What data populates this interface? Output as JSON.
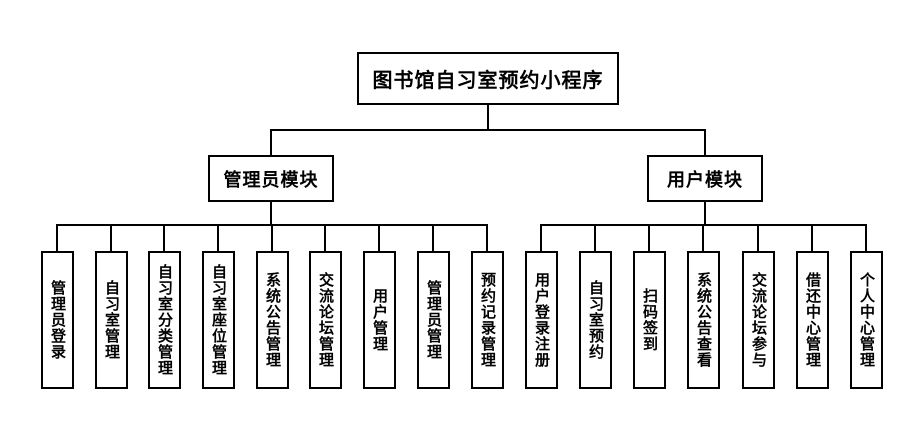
{
  "root": "图书馆自习室预约小程序",
  "modules": [
    {
      "label": "管理员模块",
      "children": [
        "管理员登录",
        "自习室管理",
        "自习室分类管理",
        "自习室座位管理",
        "系统公告管理",
        "交流论坛管理",
        "用户管理",
        "管理员管理",
        "预约记录管理"
      ]
    },
    {
      "label": "用户模块",
      "children": [
        "用户登录注册",
        "自习室预约",
        "扫码签到",
        "系统公告查看",
        "交流论坛参与",
        "借还中心管理",
        "个人中心管理"
      ]
    }
  ]
}
